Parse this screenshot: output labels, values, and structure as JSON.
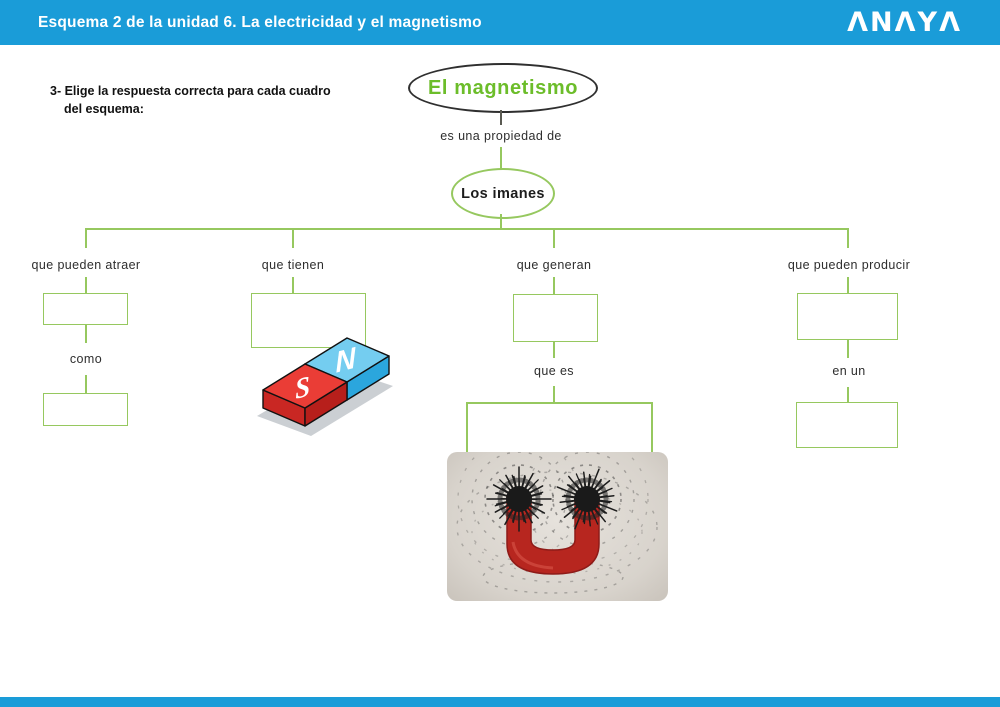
{
  "header": {
    "title": "Esquema 2 de la unidad 6. La electricidad y el magnetismo",
    "logo_text": "ANAYA",
    "logo_display": "ΛNΛYΛ",
    "bg_color": "#1a9cd8"
  },
  "instruction": {
    "line1": "3- Elige la respuesta correcta para cada cuadro",
    "line2": "del esquema:"
  },
  "diagram": {
    "root_label": "El magnetismo",
    "link_label": "es una propiedad de",
    "node_label": "Los imanes",
    "branches": [
      {
        "label": "que pueden atraer",
        "sublabel": "como"
      },
      {
        "label": "que tienen"
      },
      {
        "label": "que generan",
        "sublabel": "que es"
      },
      {
        "label": "que pueden producir",
        "sublabel": "en un"
      }
    ],
    "colors": {
      "line_green": "#96c85f",
      "root_text_green": "#6cbd2a",
      "root_outline": "#2f2f2f"
    }
  },
  "images": {
    "bar_magnet": {
      "north_label": "N",
      "south_label": "S",
      "north_color": "#5ec6ee",
      "south_color": "#e63a34"
    },
    "horseshoe_photo": {
      "magnet_color": "#b7261f",
      "filings_color": "#1c1c1c"
    }
  }
}
